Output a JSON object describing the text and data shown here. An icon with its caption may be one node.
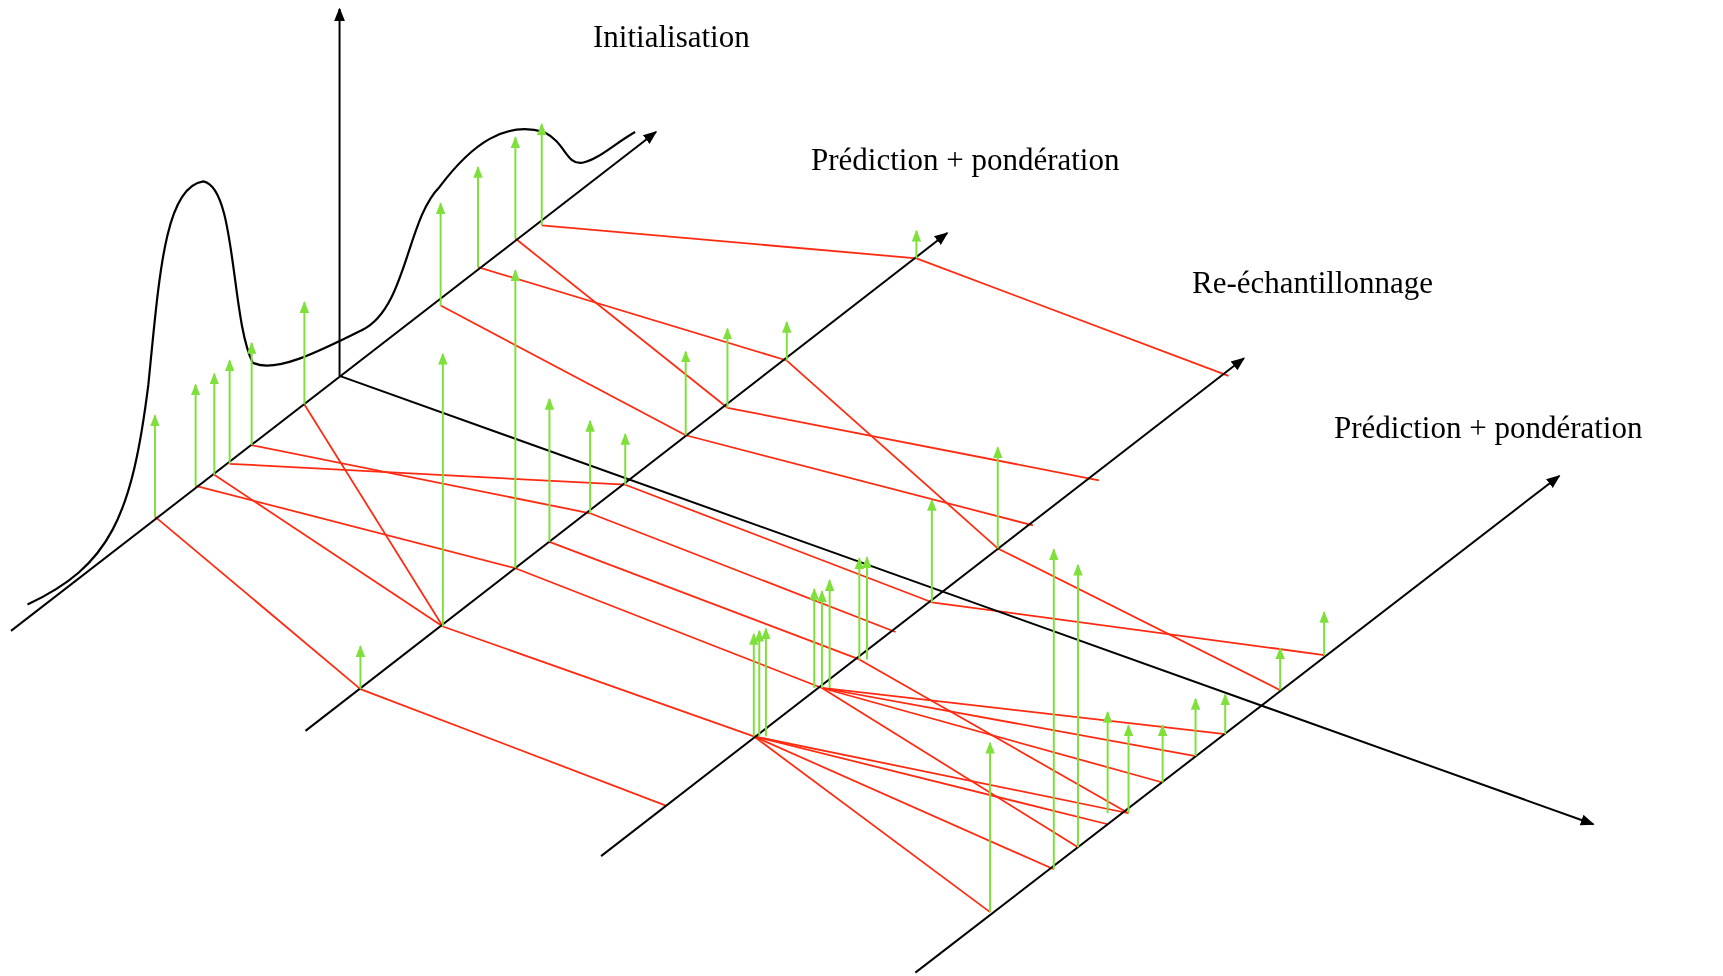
{
  "diagram": {
    "labels": [
      "Initialisation",
      "Prédiction + pondération",
      "Re-échantillonnage",
      "Prédiction + pondération"
    ]
  }
}
